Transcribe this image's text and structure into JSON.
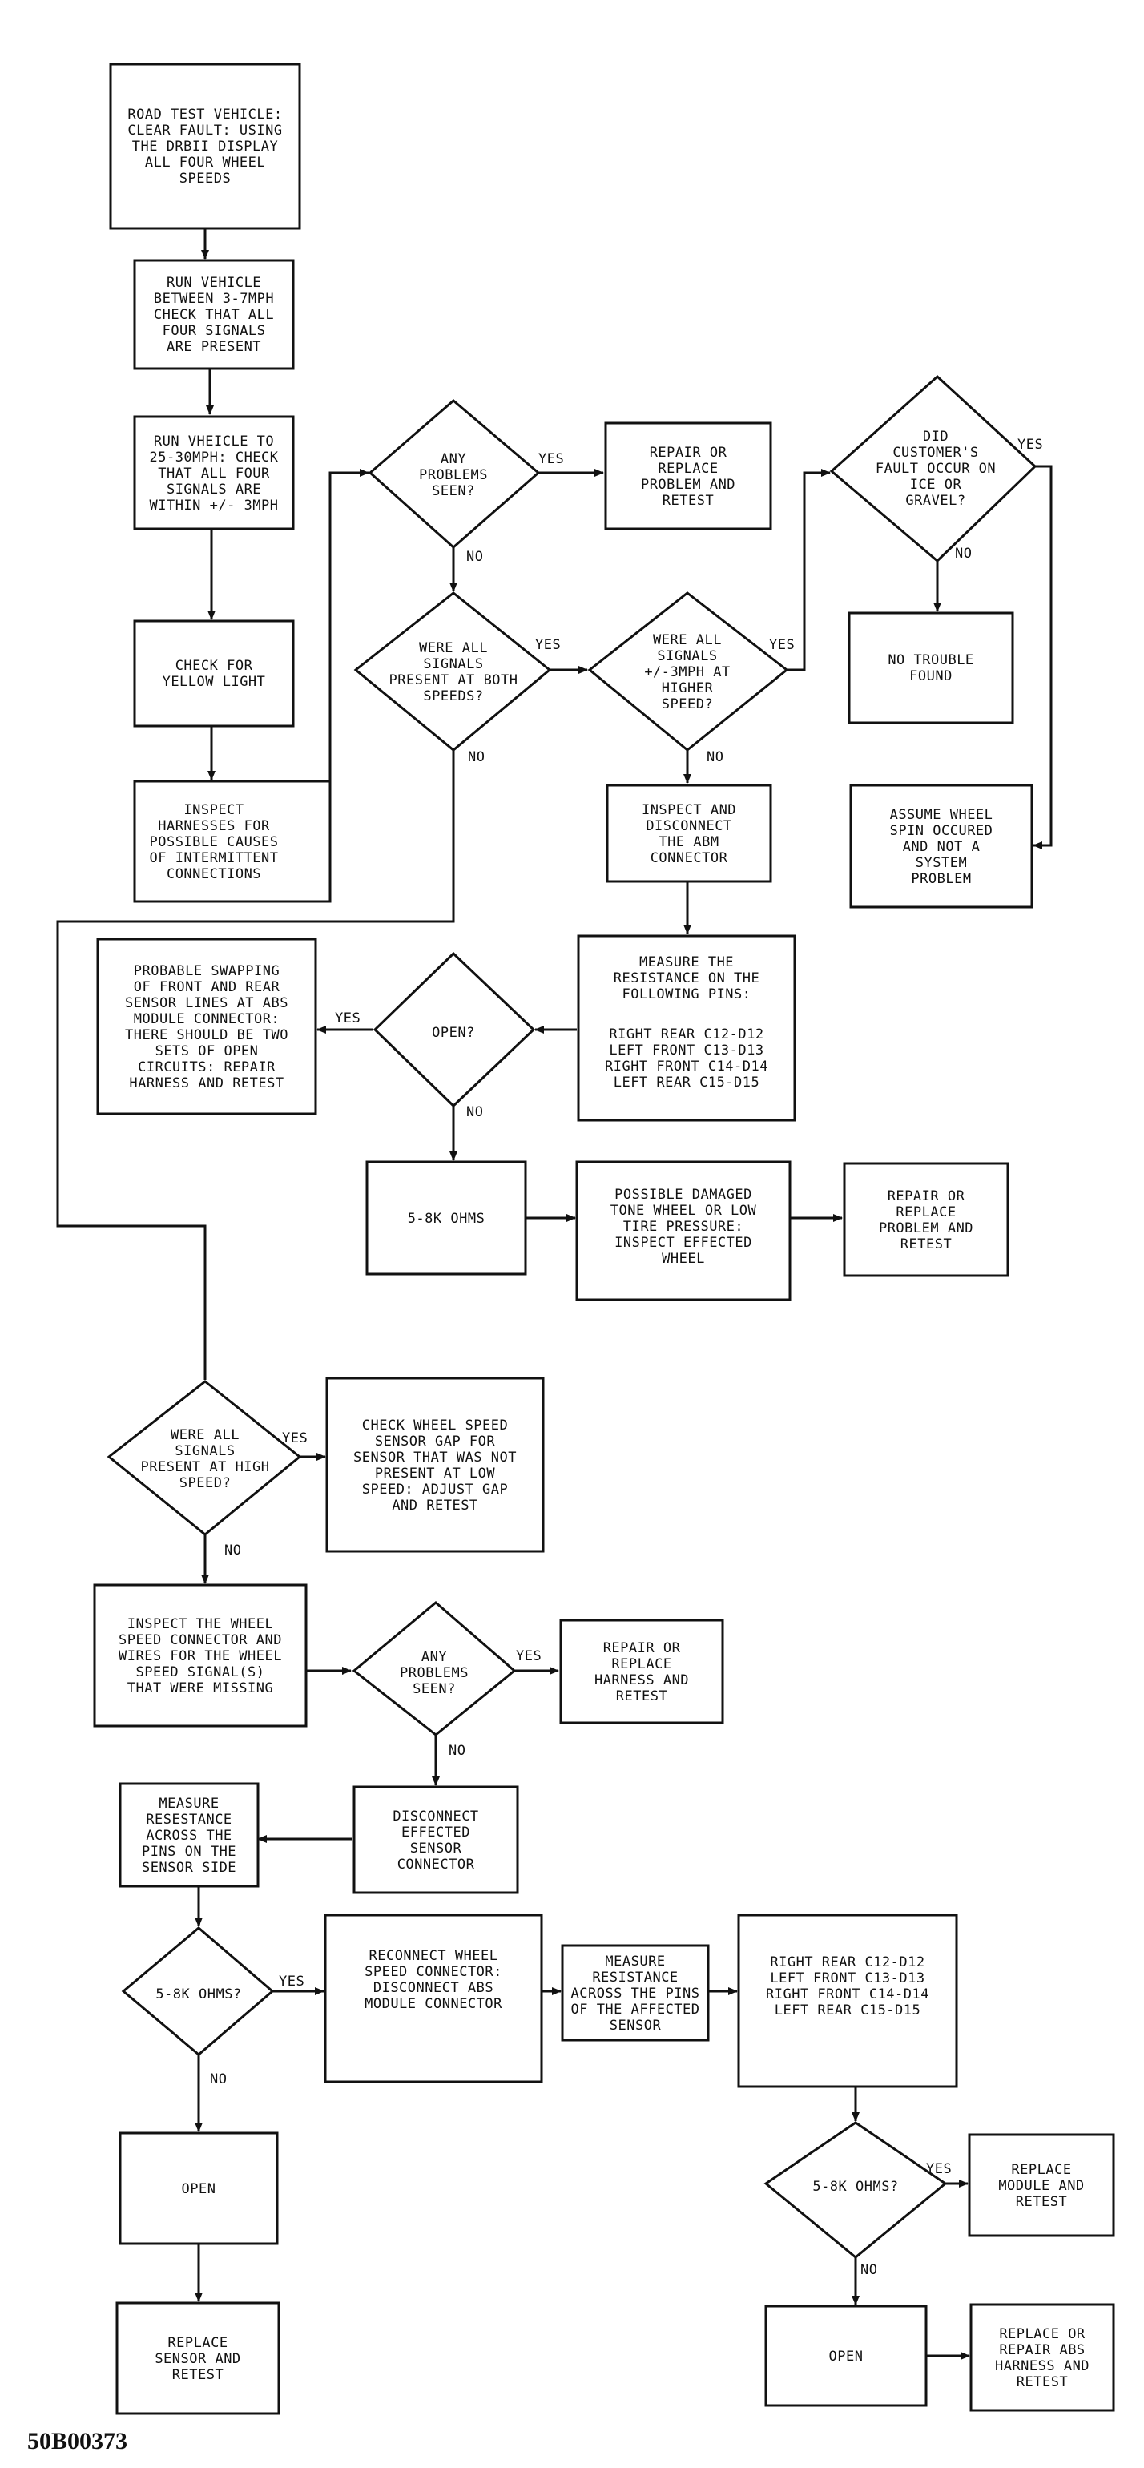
{
  "figure_id": "50B00373",
  "edge_labels": {
    "yes": "YES",
    "no": "NO"
  },
  "nodes": {
    "start": [
      "ROAD TEST VEHICLE:",
      "CLEAR FAULT: USING",
      "THE DRBII DISPLAY",
      "ALL FOUR WHEEL",
      "SPEEDS"
    ],
    "run_low": [
      "RUN VEHICLE",
      "BETWEEN 3-7MPH",
      "CHECK THAT ALL",
      "FOUR SIGNALS",
      "ARE PRESENT"
    ],
    "run_high": [
      "RUN VHEICLE TO",
      "25-30MPH: CHECK",
      "THAT ALL FOUR",
      "SIGNALS ARE",
      "WITHIN +/- 3MPH"
    ],
    "yellow": [
      "CHECK FOR",
      "YELLOW LIGHT"
    ],
    "inspect_harness": [
      "INSPECT",
      "HARNESSES FOR",
      "POSSIBLE CAUSES",
      "OF INTERMITTENT",
      "CONNECTIONS"
    ],
    "any_problems_1": [
      "ANY",
      "PROBLEMS",
      "SEEN?"
    ],
    "repair_1": [
      "REPAIR OR",
      "REPLACE",
      "PROBLEM AND",
      "RETEST"
    ],
    "customer_fault": [
      "DID",
      "CUSTOMER'S",
      "FAULT OCCUR ON",
      "ICE OR",
      "GRAVEL?"
    ],
    "no_trouble": [
      "NO TROUBLE",
      "FOUND"
    ],
    "assume_spin": [
      "ASSUME WHEEL",
      "SPIN OCCURED",
      "AND NOT A",
      "SYSTEM",
      "PROBLEM"
    ],
    "all_both": [
      "WERE ALL",
      "SIGNALS",
      "PRESENT AT BOTH",
      "SPEEDS?"
    ],
    "within_3": [
      "WERE ALL",
      "SIGNALS",
      "+/-3MPH AT",
      "HIGHER",
      "SPEED?"
    ],
    "inspect_abm": [
      "INSPECT AND",
      "DISCONNECT",
      "THE ABM",
      "CONNECTOR"
    ],
    "measure_pins": [
      "MEASURE THE",
      "RESISTANCE ON THE",
      "FOLLOWING PINS:"
    ],
    "pin_list": [
      "RIGHT REAR C12-D12",
      "LEFT FRONT C13-D13",
      "RIGHT FRONT C14-D14",
      "LEFT REAR C15-D15"
    ],
    "open_q": [
      "OPEN?"
    ],
    "swap": [
      "PROBABLE SWAPPING",
      "OF FRONT AND REAR",
      "SENSOR LINES AT ABS",
      "MODULE CONNECTOR:",
      "THERE SHOULD BE TWO",
      "SETS OF OPEN",
      "CIRCUITS: REPAIR",
      "HARNESS AND RETEST"
    ],
    "ohms_1": [
      "5-8K OHMS"
    ],
    "tone_wheel": [
      "POSSIBLE DAMAGED",
      "TONE WHEEL OR LOW",
      "TIRE PRESSURE:",
      "INSPECT EFFECTED",
      "WHEEL"
    ],
    "repair_2": [
      "REPAIR OR",
      "REPLACE",
      "PROBLEM AND",
      "RETEST"
    ],
    "all_high": [
      "WERE ALL",
      "SIGNALS",
      "PRESENT AT HIGH",
      "SPEED?"
    ],
    "check_gap": [
      "CHECK WHEEL SPEED",
      "SENSOR GAP FOR",
      "SENSOR THAT WAS NOT",
      "PRESENT AT LOW",
      "SPEED: ADJUST GAP",
      "AND RETEST"
    ],
    "inspect_wss": [
      "INSPECT THE WHEEL",
      "SPEED CONNECTOR AND",
      "WIRES FOR THE WHEEL",
      "SPEED SIGNAL(S)",
      "THAT WERE MISSING"
    ],
    "any_problems_2": [
      "ANY",
      "PROBLEMS",
      "SEEN?"
    ],
    "repair_harness": [
      "REPAIR OR",
      "REPLACE",
      "HARNESS AND",
      "RETEST"
    ],
    "disconnect_sensor": [
      "DISCONNECT",
      "EFFECTED",
      "SENSOR",
      "CONNECTOR"
    ],
    "measure_sensor": [
      "MEASURE",
      "RESESTANCE",
      "ACROSS THE",
      "PINS ON THE",
      "SENSOR SIDE"
    ],
    "ohms_q1": [
      "5-8K OHMS?"
    ],
    "reconnect": [
      "RECONNECT WHEEL",
      "SPEED CONNECTOR:",
      "DISCONNECT ABS",
      "MODULE CONNECTOR"
    ],
    "measure_affected": [
      "MEASURE",
      "RESISTANCE",
      "ACROSS THE PINS",
      "OF THE AFFECTED",
      "SENSOR"
    ],
    "pin_list_2": [
      "RIGHT REAR C12-D12",
      "LEFT FRONT C13-D13",
      "RIGHT FRONT C14-D14",
      "LEFT REAR C15-D15"
    ],
    "open_1": [
      "OPEN"
    ],
    "replace_sensor": [
      "REPLACE",
      "SENSOR AND",
      "RETEST"
    ],
    "ohms_q2": [
      "5-8K OHMS?"
    ],
    "replace_module": [
      "REPLACE",
      "MODULE AND",
      "RETEST"
    ],
    "open_2": [
      "OPEN"
    ],
    "replace_harness": [
      "REPLACE OR",
      "REPAIR ABS",
      "HARNESS AND",
      "RETEST"
    ]
  }
}
